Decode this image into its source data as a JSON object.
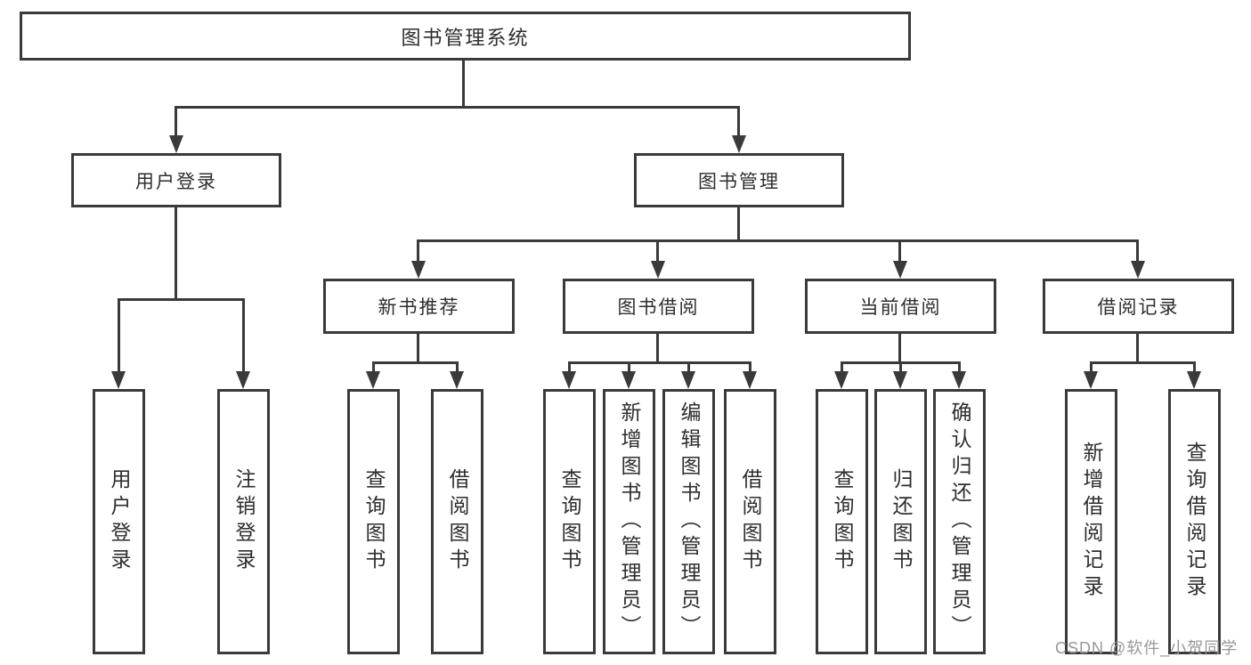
{
  "tree": {
    "label": "图书管理系统",
    "children": [
      {
        "label": "用户登录",
        "children": [
          {
            "label": "用户登录"
          },
          {
            "label": "注销登录"
          }
        ]
      },
      {
        "label": "图书管理",
        "children": [
          {
            "label": "新书推荐",
            "children": [
              {
                "label": "查询图书"
              },
              {
                "label": "借阅图书"
              }
            ]
          },
          {
            "label": "图书借阅",
            "children": [
              {
                "label": "查询图书"
              },
              {
                "label": "新增图书（管理员）"
              },
              {
                "label": "编辑图书（管理员）"
              },
              {
                "label": "借阅图书"
              }
            ]
          },
          {
            "label": "当前借阅",
            "children": [
              {
                "label": "查询图书"
              },
              {
                "label": "归还图书"
              },
              {
                "label": "确认归还（管理员）"
              }
            ]
          },
          {
            "label": "借阅记录",
            "children": [
              {
                "label": "新增借阅记录"
              },
              {
                "label": "查询借阅记录"
              }
            ]
          }
        ]
      }
    ]
  },
  "watermark": {
    "text": "CSDN @软件_小贺同学"
  },
  "colors": {
    "line": "#3a3a3a",
    "text": "#2e2e2e",
    "watermark": "#97979c",
    "background": "#ffffff"
  }
}
